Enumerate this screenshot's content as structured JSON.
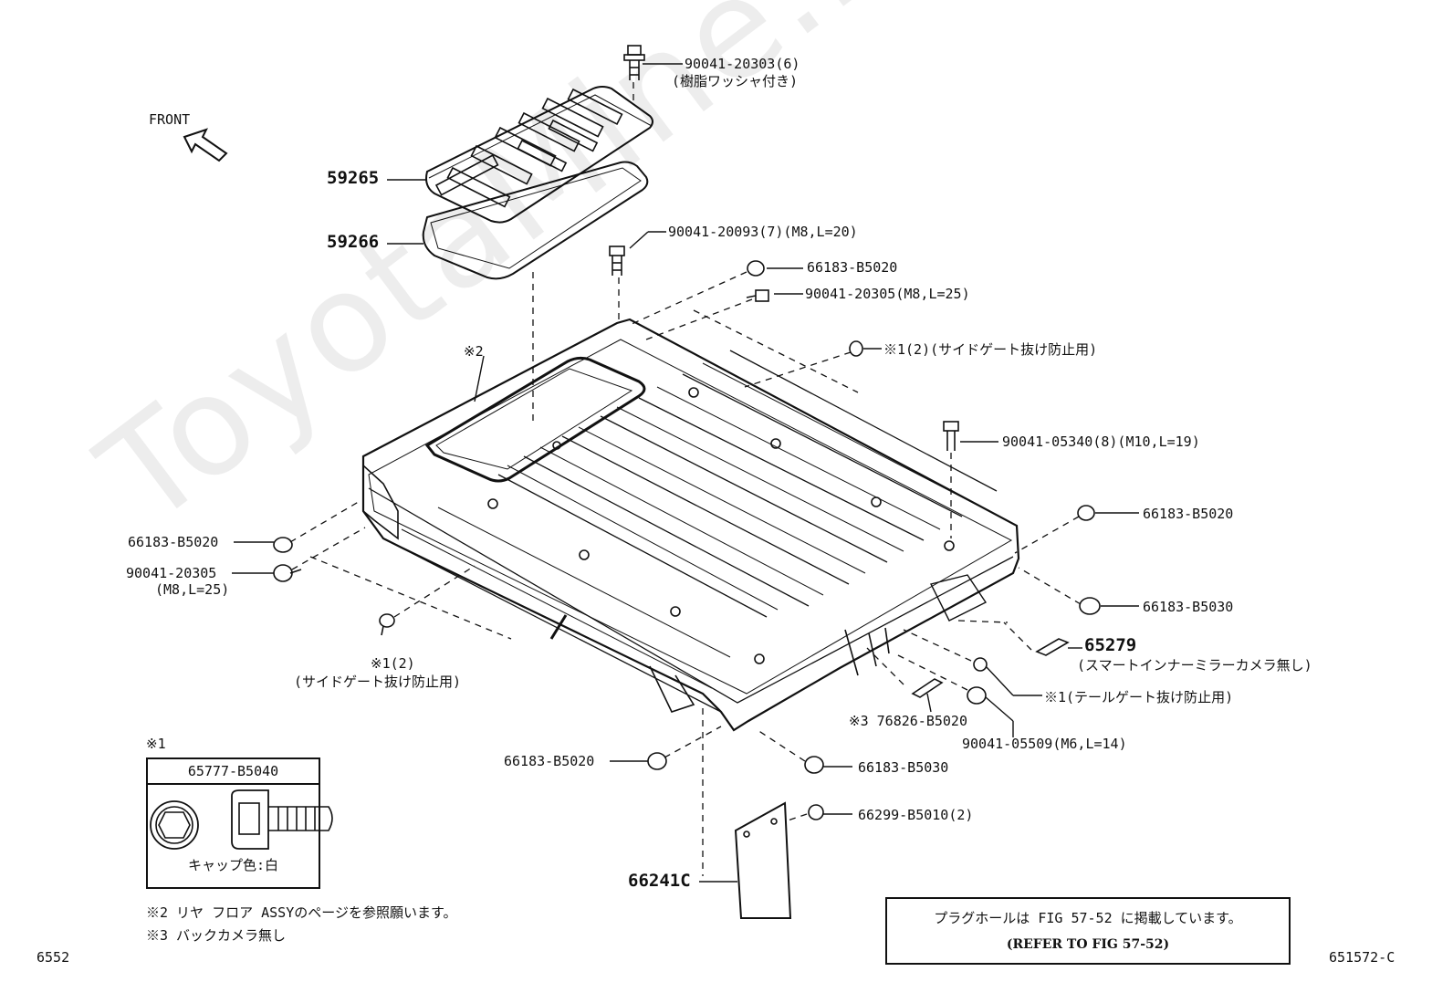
{
  "watermark": "ToyotaMine.ru",
  "front_label": "FRONT",
  "parts": {
    "p59265": "59265",
    "p59266": "59266",
    "p66241c": "66241C",
    "p65279": "65279",
    "p65279_note": "(スマートインナーミラーカメラ無し)",
    "bolt_top": "90041-20303(6)",
    "bolt_top_note": "(樹脂ワッシャ付き)",
    "bolt_m8_20": "90041-20093(7)(M8,L=20)",
    "clip_a": "66183-B5020",
    "bolt_m8_25": "90041-20305(M8,L=25)",
    "note2_ref": "※2",
    "side_gate_right": "※1(2)(サイドゲート抜け防止用)",
    "bolt_m10": "90041-05340(8)(M10,L=19)",
    "clip_right": "66183-B5020",
    "clip_right_b": "66183-B5030",
    "clip_left": "66183-B5020",
    "bolt_left": "90041-20305",
    "bolt_left_spec": "(M8,L=25)",
    "side_gate_left_1": "※1(2)",
    "side_gate_left_2": "(サイドゲート抜け防止用)",
    "tail_gate": "※1(テールゲート抜け防止用)",
    "note3_part": "※3 76826-B5020",
    "bolt_m6": "90041-05509(M6,L=14)",
    "clip_bottom": "66183-B5020",
    "clip_bottom_b": "66183-B5030",
    "clip_mud": "66299-B5010(2)"
  },
  "detail_box": {
    "marker": "※1",
    "part": "65777-B5040",
    "caption": "キャップ色:白"
  },
  "notes": {
    "n2": "※2 リヤ フロア ASSYのページを参照願います。",
    "n3": "※3 バックカメラ無し"
  },
  "plug_box": {
    "line1": "プラグホールは FIG 57-52 に掲載しています。",
    "line2": "(REFER TO FIG 57-52)"
  },
  "footer": {
    "page": "6552",
    "code": "651572-C"
  }
}
